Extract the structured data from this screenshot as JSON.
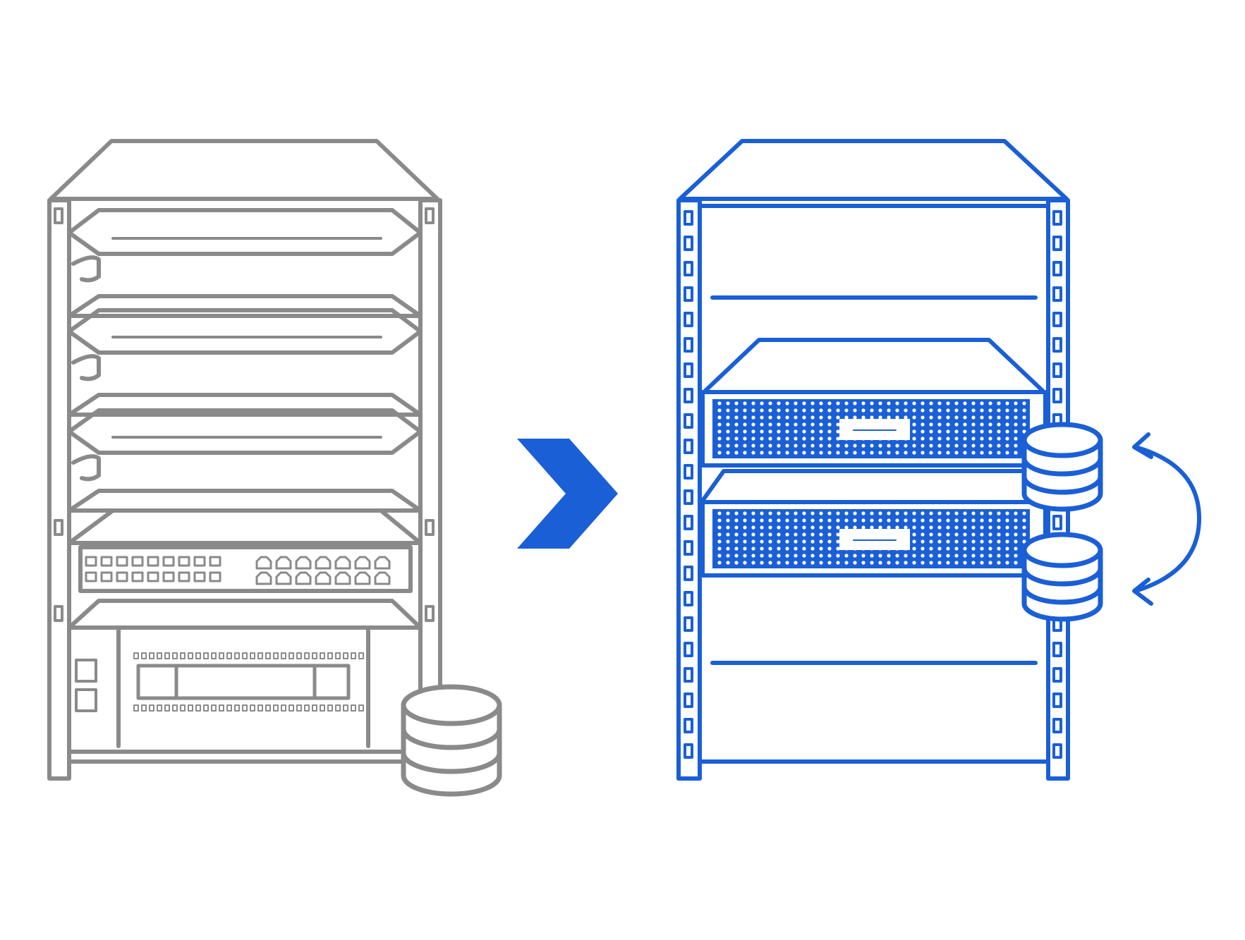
{
  "colors": {
    "legacy": "#8a8a8a",
    "modern": "#1a5fd6",
    "background": "#ffffff"
  },
  "left_rack": {
    "label": "",
    "server_count": 3,
    "network_switch_count": 1,
    "storage_array_count": 1,
    "database_icon": "database-icon"
  },
  "transition_arrow": {
    "icon": "chevron-right-icon"
  },
  "right_rack": {
    "label": "",
    "appliance_count": 2,
    "database_icons": [
      "database-icon",
      "database-icon"
    ],
    "sync_icon": "bidirectional-curved-arrow-icon"
  }
}
